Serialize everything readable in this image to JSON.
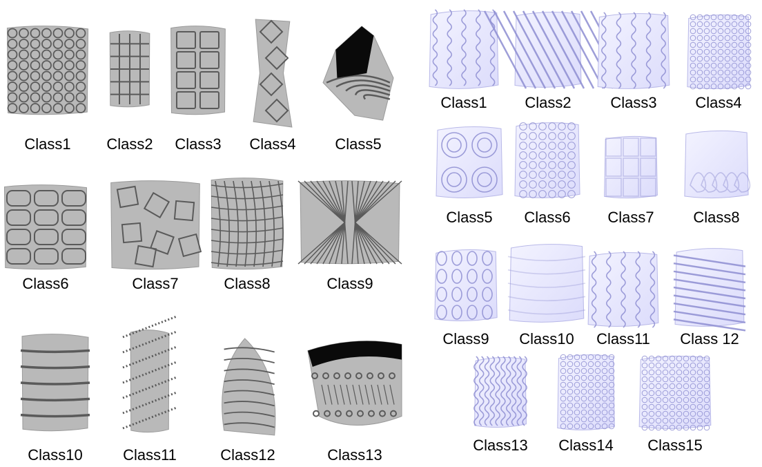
{
  "left_panel": {
    "items": [
      {
        "label": "Class1",
        "pattern": "rings"
      },
      {
        "label": "Class2",
        "pattern": "small-grid"
      },
      {
        "label": "Class3",
        "pattern": "square-grid"
      },
      {
        "label": "Class4",
        "pattern": "diamonds"
      },
      {
        "label": "Class5",
        "pattern": "spiral-tube"
      },
      {
        "label": "Class6",
        "pattern": "rounded-cells"
      },
      {
        "label": "Class7",
        "pattern": "scattered-squares"
      },
      {
        "label": "Class8",
        "pattern": "wavy-grid"
      },
      {
        "label": "Class9",
        "pattern": "chevron-lines"
      },
      {
        "label": "Class10",
        "pattern": "horizontal-bands"
      },
      {
        "label": "Class11",
        "pattern": "dotted-diagonals"
      },
      {
        "label": "Class12",
        "pattern": "curved-stripes"
      },
      {
        "label": "Class13",
        "pattern": "dotted-band-tube"
      }
    ]
  },
  "right_panel": {
    "items": [
      {
        "label": "Class1",
        "pattern": "cable-knit"
      },
      {
        "label": "Class2",
        "pattern": "diagonal-ridges"
      },
      {
        "label": "Class3",
        "pattern": "wave-columns"
      },
      {
        "label": "Class4",
        "pattern": "honeycomb"
      },
      {
        "label": "Class5",
        "pattern": "circle-medallions"
      },
      {
        "label": "Class6",
        "pattern": "bubble-grid"
      },
      {
        "label": "Class7",
        "pattern": "faint-squares"
      },
      {
        "label": "Class8",
        "pattern": "faint-paisley"
      },
      {
        "label": "Class9",
        "pattern": "ovals"
      },
      {
        "label": "Class10",
        "pattern": "smooth-sheet"
      },
      {
        "label": "Class11",
        "pattern": "braided"
      },
      {
        "label": "Class 12",
        "pattern": "horizontal-ridges"
      },
      {
        "label": "Class13",
        "pattern": "vertical-waves"
      },
      {
        "label": "Class14",
        "pattern": "scales"
      },
      {
        "label": "Class15",
        "pattern": "dimples"
      }
    ]
  },
  "colors": {
    "gray_surface": "#b9b9b9",
    "gray_groove": "#5a5a5a",
    "gray_interior": "#0a0a0a",
    "lavender_surface": "#dcdcfb",
    "lavender_shadow": "#8e8ed2",
    "caption_text": "#000000"
  }
}
